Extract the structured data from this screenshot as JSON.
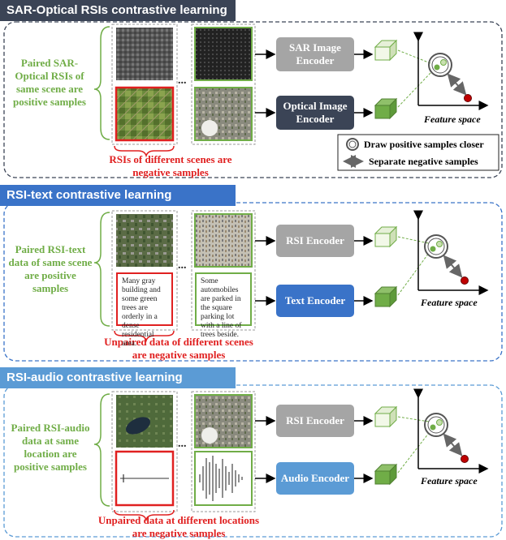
{
  "colors": {
    "sar_title": "#3b4456",
    "text_title": "#3a73c8",
    "audio_title": "#5b9bd5",
    "green": "#70ad47",
    "red": "#e02020",
    "gray_encoder": "#a5a5a5",
    "dark_encoder": "#3b4456",
    "blue_encoder": "#3a73c8",
    "light_blue_encoder": "#5b9bd5"
  },
  "sections": {
    "sar": {
      "title": "SAR-Optical RSIs contrastive learning",
      "positive_label": "Paired SAR-Optical RSIs of same scene are positive samples",
      "negative_label": "RSIs of different scenes are negative samples",
      "encoder_top": "SAR Image Encoder",
      "encoder_bottom": "Optical Image Encoder",
      "feature_space": "Feature space"
    },
    "text": {
      "title": "RSI-text contrastive learning",
      "positive_label": "Paired RSI-text data of same scene are positive samples",
      "negative_label": "Unpaired data of different scenes are negative samples",
      "encoder_top": "RSI Encoder",
      "encoder_bottom": "Text Encoder",
      "feature_space": "Feature space",
      "caption_left": "Many gray building and some green trees are orderly in a dense residential area.",
      "caption_right": "Some automobiles are parked in the square parking lot with a line of trees beside."
    },
    "audio": {
      "title": "RSI-audio contrastive learning",
      "positive_label": "Paired RSI-audio data at same location are positive samples",
      "negative_label": "Unpaired data at different locations are negative samples",
      "encoder_top": "RSI Encoder",
      "encoder_bottom": "Audio Encoder",
      "feature_space": "Feature space"
    }
  },
  "legend": {
    "closer": "Draw positive samples closer",
    "separate": "Separate negative samples"
  },
  "ellipsis": "..."
}
